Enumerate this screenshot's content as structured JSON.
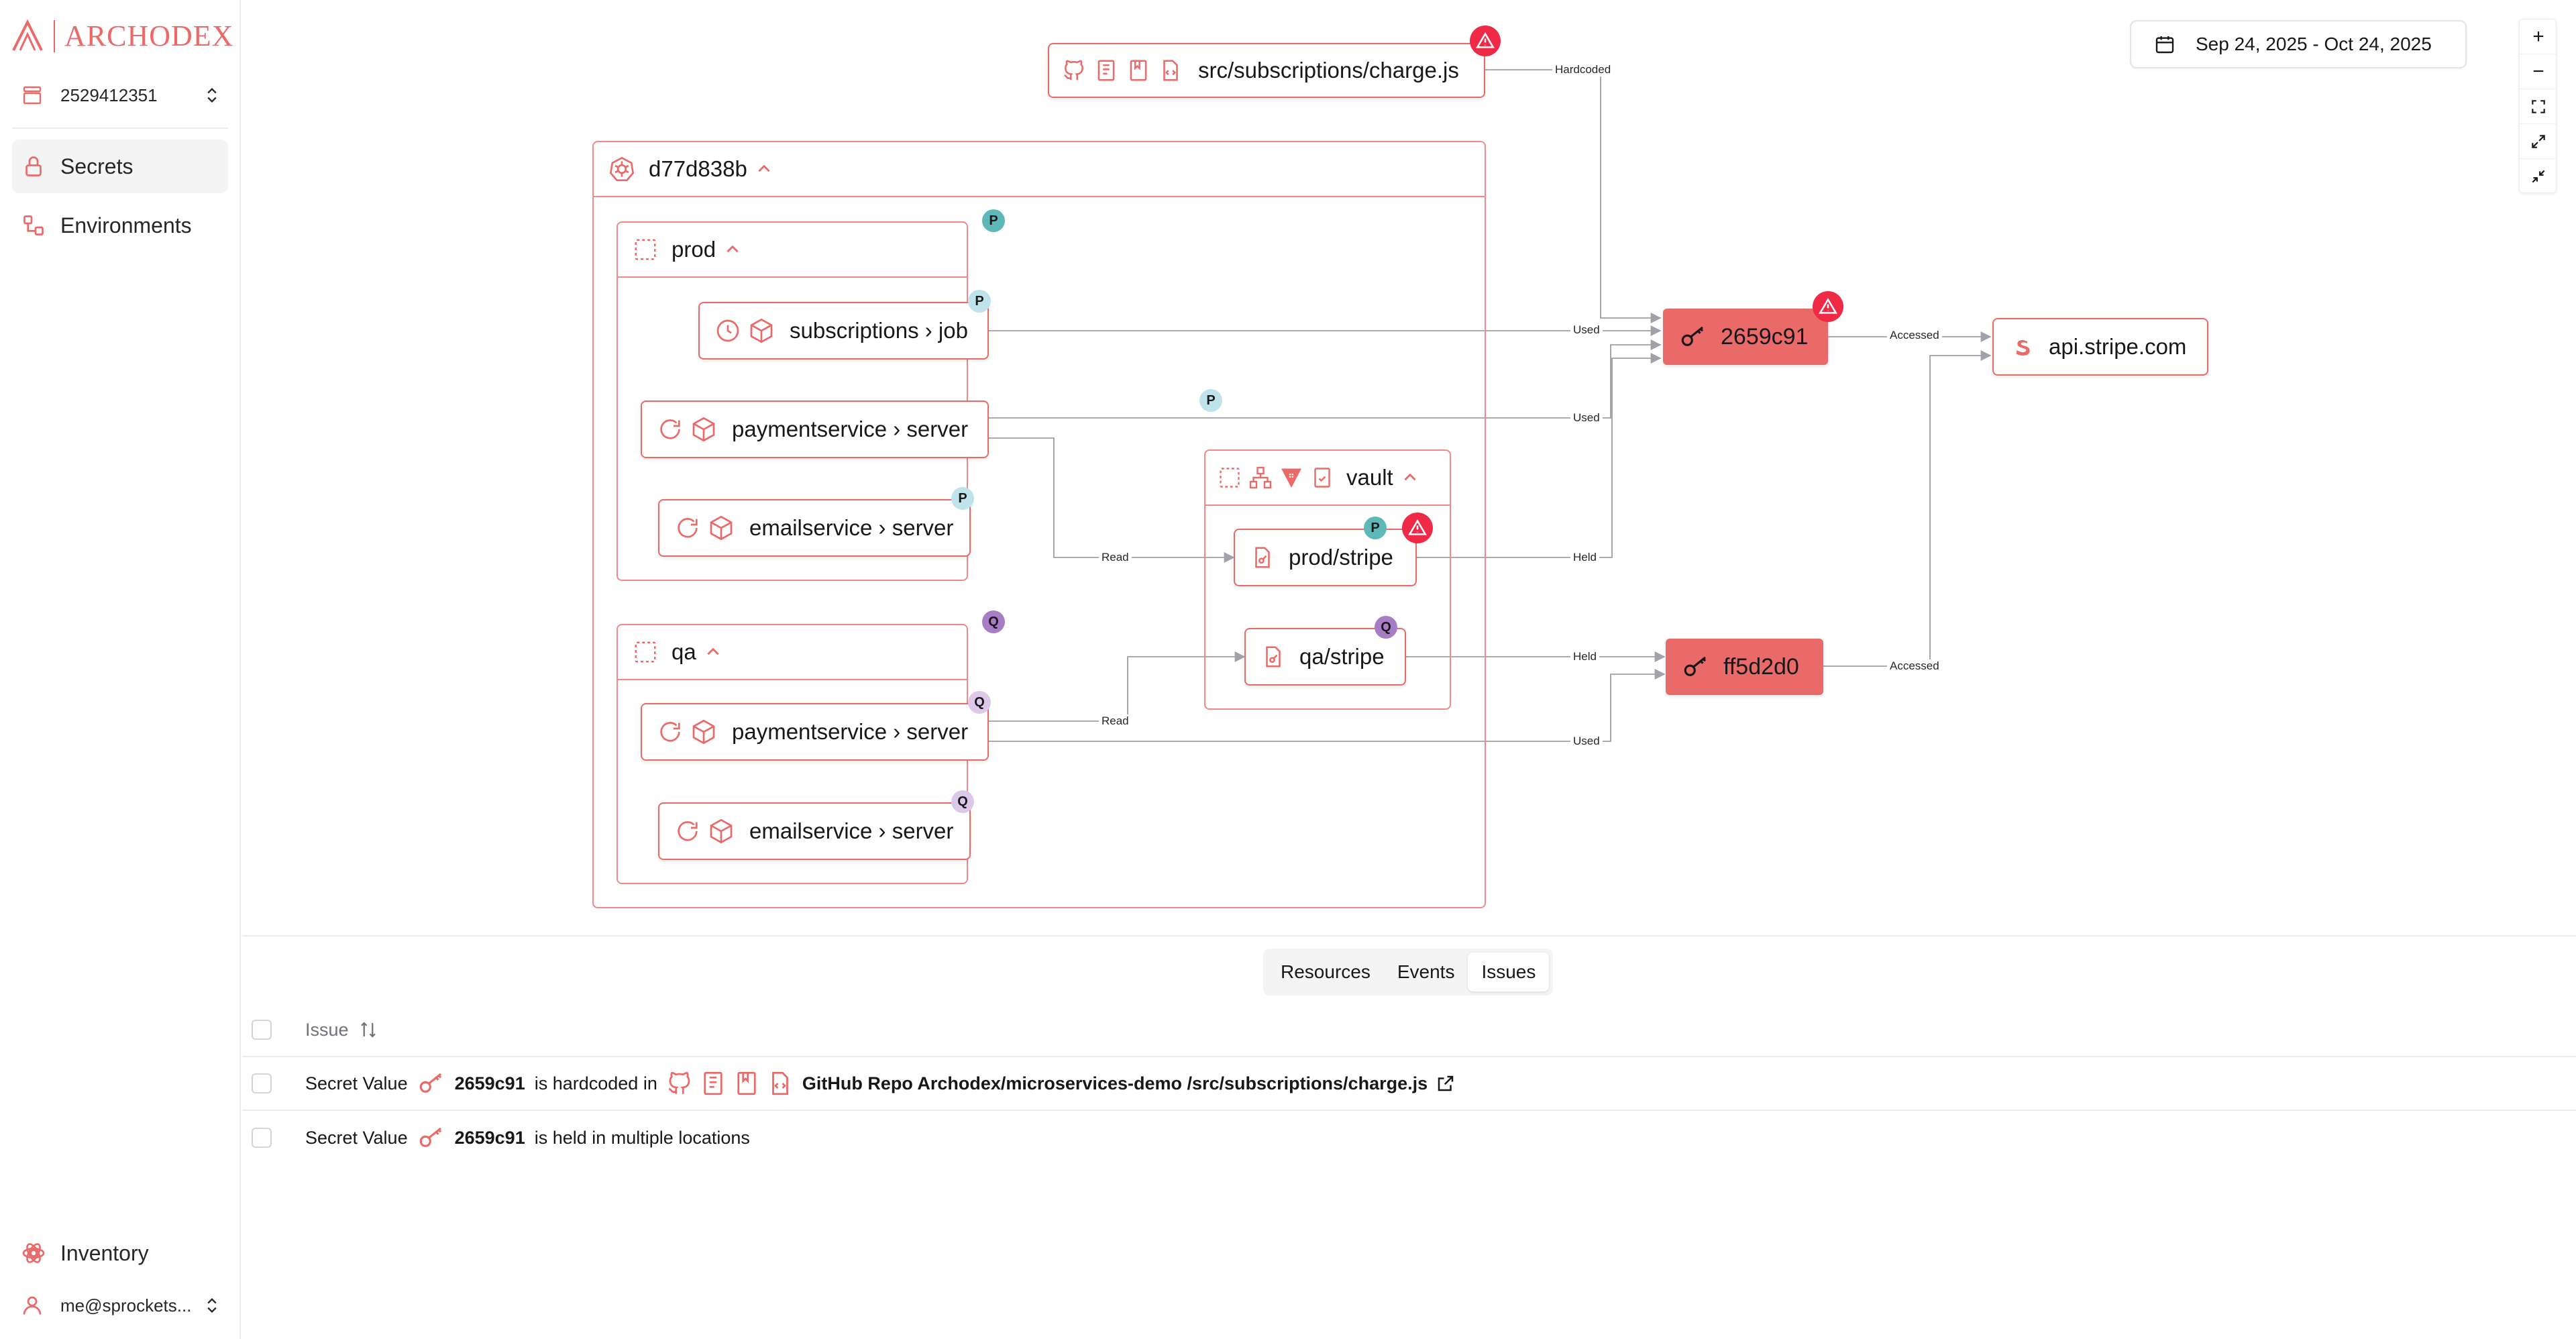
{
  "brand": {
    "name": "ARCHODEX",
    "accent": "#ea6a69"
  },
  "account": {
    "id": "2529412351"
  },
  "nav": {
    "secrets": "Secrets",
    "environments": "Environments",
    "inventory": "Inventory"
  },
  "user": {
    "email": "me@sprockets..."
  },
  "date_range": "Sep 24, 2025 - Oct 24, 2025",
  "zoom_controls": [
    "+",
    "−"
  ],
  "graph": {
    "file_node": "src/subscriptions/charge.js",
    "cluster": "d77d838b",
    "env_prod": "prod",
    "env_qa": "qa",
    "prod_job": "subscriptions › job",
    "prod_payment": "paymentservice › server",
    "prod_email": "emailservice › server",
    "qa_payment": "paymentservice › server",
    "qa_email": "emailservice › server",
    "vault": "vault",
    "vault_prod": "prod/stripe",
    "vault_qa": "qa/stripe",
    "secret_a": "2659c91",
    "secret_b": "ff5d2d0",
    "api": "api.stripe.com",
    "badge_p": "P",
    "badge_q": "Q",
    "edge_labels": {
      "hardcoded": "Hardcoded",
      "used1": "Used",
      "used2": "Used",
      "used3": "Used",
      "read1": "Read",
      "read2": "Read",
      "held1": "Held",
      "held2": "Held",
      "accessed1": "Accessed",
      "accessed2": "Accessed"
    }
  },
  "tabs": {
    "resources": "Resources",
    "events": "Events",
    "issues": "Issues",
    "active": "Issues"
  },
  "issues": {
    "header": "Issue",
    "rows": [
      {
        "type": "Secret Value",
        "secret": "2659c91",
        "text": "is hardcoded in",
        "link": "GitHub Repo Archodex/microservices-demo /src/subscriptions/charge.js"
      },
      {
        "type": "Secret Value",
        "secret": "2659c91",
        "text": "is held in multiple locations"
      }
    ]
  }
}
